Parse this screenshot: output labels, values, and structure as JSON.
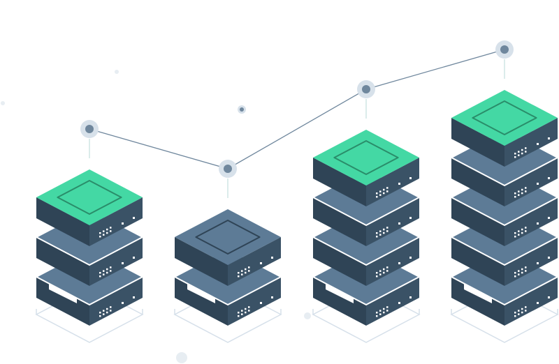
{
  "colors": {
    "background": "#ffffff",
    "accent_top": "#44d8a4",
    "accent_top_dark": "#35b98b",
    "top_inset_stroke": "#2a8d6a",
    "server_top": "#5d7b96",
    "server_side_left": "#2f4456",
    "server_side_right": "#3a5266",
    "server_face": "#4b6680",
    "base_outline": "#d6e0ea",
    "line": "#6f879d",
    "node_outer": "#d7e1ea",
    "node_inner": "#6f879d",
    "guide": "#cfe5e4",
    "dot": "#e7edf2",
    "label_bar": "#ffffff"
  },
  "stacks": [
    {
      "id": "stack-1",
      "units": 3,
      "top": "green"
    },
    {
      "id": "stack-2",
      "units": 2,
      "top": "steel"
    },
    {
      "id": "stack-3",
      "units": 4,
      "top": "green"
    },
    {
      "id": "stack-4",
      "units": 5,
      "top": "green"
    }
  ],
  "trend": {
    "points": [
      1,
      2,
      3,
      4
    ]
  },
  "icons": {
    "node": "circle-node-icon",
    "server": "server-icon"
  }
}
